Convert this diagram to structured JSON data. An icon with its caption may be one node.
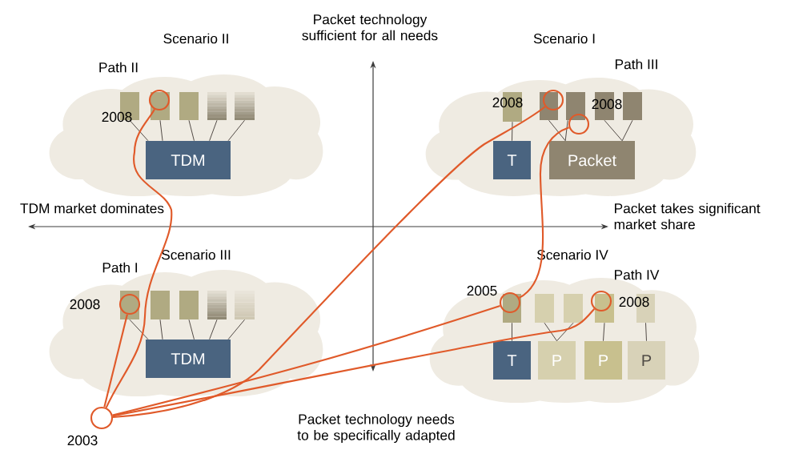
{
  "diagram": {
    "nodes": [
      {
        "text": [],
        "shape": "cloud",
        "beside": [
          "Scenario II",
          "Path II"
        ]
      },
      {
        "text": [],
        "shape": "box",
        "in": 0
      },
      {
        "text": [],
        "shape": "box",
        "in": 0
      },
      {
        "text": [],
        "shape": "box",
        "in": 0
      },
      {
        "text": [],
        "shape": "box",
        "in": 0
      },
      {
        "text": [],
        "shape": "box",
        "in": 0
      },
      {
        "text": [
          "TDM"
        ],
        "in": 0
      },
      {
        "text": [],
        "shape": "cloud",
        "beside": [
          "Scenario I",
          "Path III"
        ]
      },
      {
        "text": [],
        "shape": "box",
        "in": 7
      },
      {
        "text": [],
        "shape": "box",
        "in": 7
      },
      {
        "text": [],
        "shape": "box",
        "in": 7
      },
      {
        "text": [],
        "shape": "box",
        "in": 7
      },
      {
        "text": [],
        "shape": "box",
        "in": 7
      },
      {
        "text": [
          "T"
        ],
        "in": 7
      },
      {
        "text": [
          "Packet"
        ],
        "in": 7
      },
      {
        "text": [],
        "shape": "cloud",
        "beside": [
          "Scenario III",
          "Path I"
        ]
      },
      {
        "text": [],
        "shape": "box",
        "in": 15
      },
      {
        "text": [],
        "shape": "box",
        "in": 15
      },
      {
        "text": [],
        "shape": "box",
        "in": 15
      },
      {
        "text": [],
        "shape": "box",
        "in": 15
      },
      {
        "text": [],
        "shape": "box",
        "in": 15
      },
      {
        "text": [
          "TDM"
        ],
        "in": 15
      },
      {
        "text": [],
        "shape": "cloud",
        "beside": [
          "Scenario IV",
          "Path IV"
        ]
      },
      {
        "text": [],
        "shape": "box",
        "in": 22
      },
      {
        "text": [],
        "shape": "box",
        "in": 22
      },
      {
        "text": [],
        "shape": "box",
        "in": 22
      },
      {
        "text": [],
        "shape": "box",
        "in": 22
      },
      {
        "text": [],
        "shape": "box",
        "in": 22
      },
      {
        "text": [
          "T"
        ],
        "in": 22
      },
      {
        "text": [
          "P"
        ],
        "in": 22
      },
      {
        "text": [
          "P"
        ],
        "in": 22
      },
      {
        "text": [
          "P"
        ],
        "in": 22
      },
      {
        "text": [],
        "shape": "circle",
        "in": 2
      },
      {
        "text": [],
        "shape": "circle",
        "in": 7
      },
      {
        "text": [],
        "shape": "circle",
        "in": 7,
        "beside": [
          "2008"
        ]
      },
      {
        "text": [],
        "shape": "circle",
        "in": 16,
        "beside": [
          "2008"
        ]
      },
      {
        "text": [],
        "shape": "circle",
        "in": 23,
        "beside": [
          "2005"
        ]
      },
      {
        "text": [],
        "shape": "circle",
        "in": 22,
        "beside": [
          "2008"
        ]
      },
      {
        "text": [],
        "shape": "circle",
        "beside": [
          "2003"
        ]
      }
    ],
    "edges": [
      {
        "from": 1,
        "to": 6,
        "arrow": "none"
      },
      {
        "from": 2,
        "to": 6,
        "arrow": "none"
      },
      {
        "from": 3,
        "to": 6,
        "arrow": "none"
      },
      {
        "from": 4,
        "to": 6,
        "arrow": "none"
      },
      {
        "from": 5,
        "to": 6,
        "arrow": "none"
      },
      {
        "from": 8,
        "to": 13,
        "arrow": "none"
      },
      {
        "from": 9,
        "to": 14,
        "arrow": "none"
      },
      {
        "from": 10,
        "to": 14,
        "arrow": "none"
      },
      {
        "from": 11,
        "to": 14,
        "arrow": "none"
      },
      {
        "from": 12,
        "to": 14,
        "arrow": "none"
      },
      {
        "from": 16,
        "to": 21,
        "arrow": "none"
      },
      {
        "from": 17,
        "to": 21,
        "arrow": "none"
      },
      {
        "from": 18,
        "to": 21,
        "arrow": "none"
      },
      {
        "from": 19,
        "to": 21,
        "arrow": "none"
      },
      {
        "from": 20,
        "to": 21,
        "arrow": "none"
      },
      {
        "from": 23,
        "to": 28,
        "arrow": "none"
      },
      {
        "from": 24,
        "to": 29,
        "arrow": "none"
      },
      {
        "from": 25,
        "to": 29,
        "arrow": "none"
      },
      {
        "from": 26,
        "to": 30,
        "arrow": "none"
      },
      {
        "from": 27,
        "to": 31,
        "arrow": "none"
      },
      {
        "from": 38,
        "to": 35,
        "arrow": "none",
        "color": "#e05a2a"
      },
      {
        "from": 38,
        "to": 32,
        "arrow": "none",
        "color": "#e05a2a"
      },
      {
        "from": 38,
        "to": 33,
        "arrow": "none",
        "color": "#e05a2a"
      },
      {
        "from": 38,
        "to": 36,
        "arrow": "none",
        "color": "#e05a2a"
      },
      {
        "from": 36,
        "to": 34,
        "arrow": "none",
        "color": "#e05a2a"
      },
      {
        "from": 38,
        "to": 37,
        "arrow": "none",
        "color": "#e05a2a"
      }
    ],
    "labels": [
      "Packet technology sufficient for all needs",
      "2008",
      "2008",
      "TDM market dominates",
      "Packet takes significant market share",
      "Packet technology needs to be specifically adapted"
    ]
  }
}
